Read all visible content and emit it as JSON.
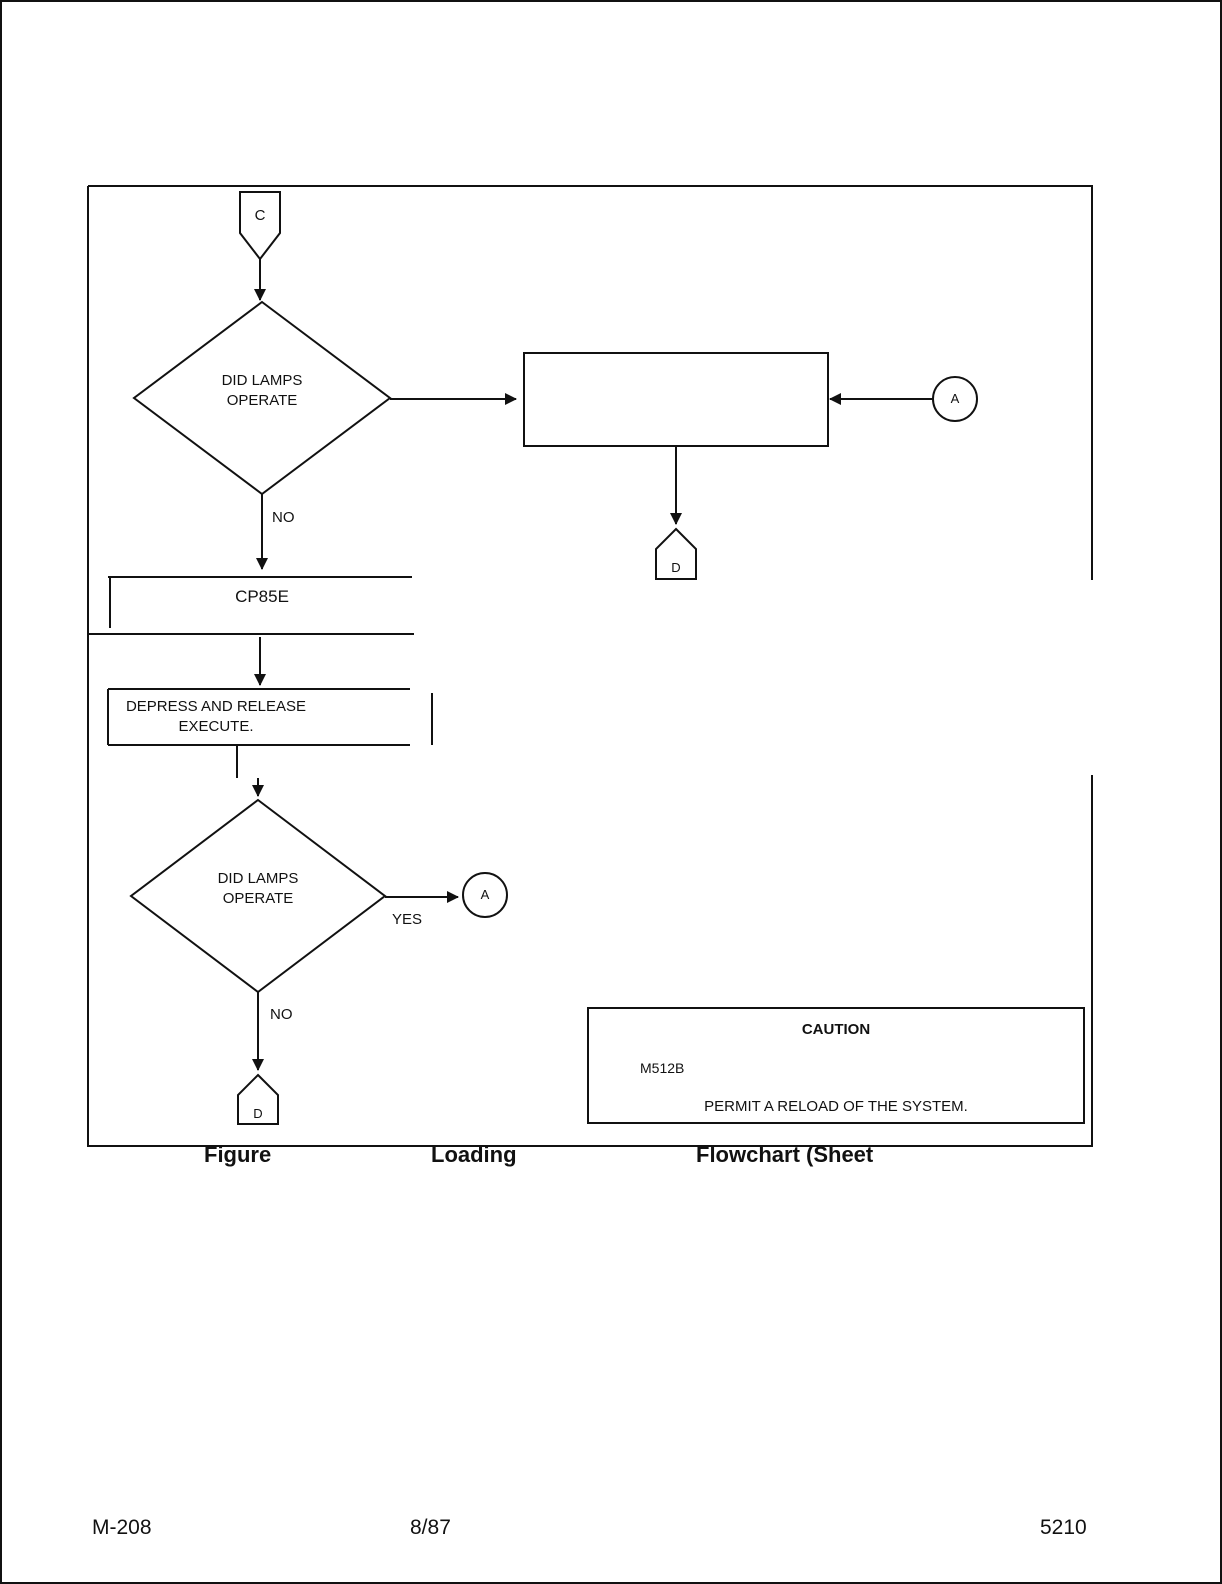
{
  "flowchart": {
    "connector_top": "C",
    "decision_1": "DID LAMPS\nOPERATE",
    "decision_1_no": "NO",
    "box_right": "",
    "connector_a1": "A",
    "connector_d1": "D",
    "process_1": "CP85E",
    "process_2": "DEPRESS AND RELEASE\nEXECUTE.",
    "decision_2": "DID LAMPS\nOPERATE",
    "decision_2_yes": "YES",
    "connector_a2": "A",
    "decision_2_no": "NO",
    "connector_d2": "D"
  },
  "caution": {
    "title": "CAUTION",
    "line1": "M512B",
    "line2": "PERMIT A RELOAD OF THE SYSTEM."
  },
  "caption": {
    "word1": "Figure",
    "word2": "Loading",
    "word3": "Flowchart (Sheet"
  },
  "footer": {
    "left": "M-208",
    "center": "8/87",
    "right": "5210"
  }
}
